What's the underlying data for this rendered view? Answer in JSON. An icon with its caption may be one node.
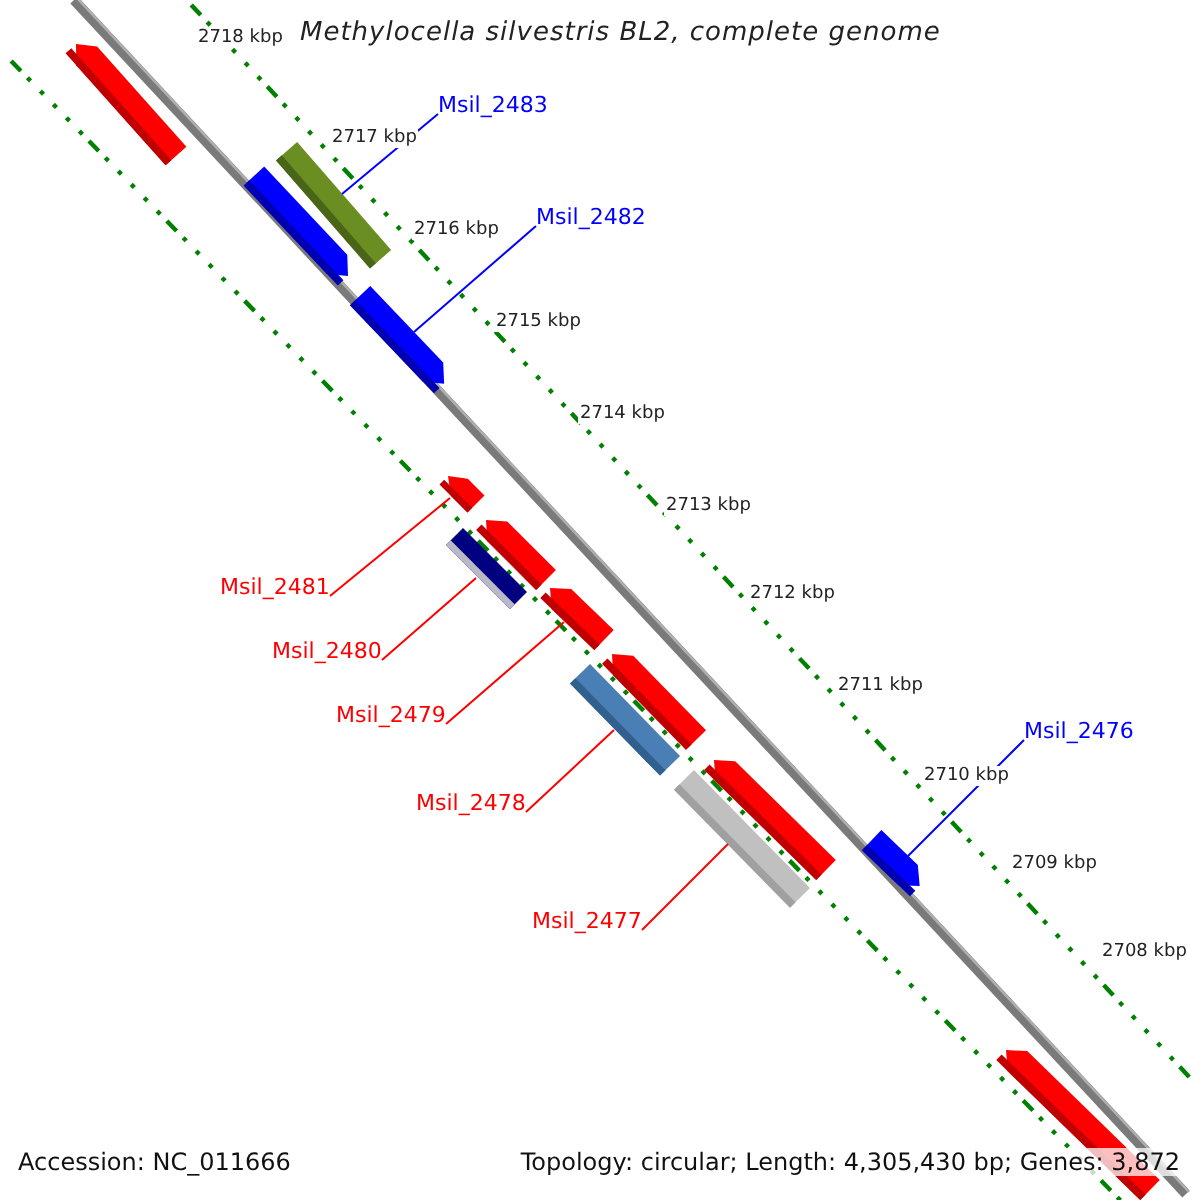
{
  "diagram": {
    "title": "Methylocella silvestris BL2, complete genome",
    "nodes": [
      {
        "text": [
          "Msil_2483"
        ]
      },
      {
        "text": [],
        "shape": "bar"
      },
      {
        "text": [
          "Msil_2482"
        ]
      },
      {
        "text": [],
        "shape": "arrow"
      },
      {
        "text": [
          "Msil_2481"
        ]
      },
      {
        "text": [],
        "shape": "arrow"
      },
      {
        "text": [
          "Msil_2480"
        ]
      },
      {
        "text": [],
        "shape": "bar"
      },
      {
        "text": [
          "Msil_2479"
        ]
      },
      {
        "text": [],
        "shape": "arrow"
      },
      {
        "text": [
          "Msil_2478"
        ]
      },
      {
        "text": [],
        "shape": "bar"
      },
      {
        "text": [
          "Msil_2477"
        ]
      },
      {
        "text": [],
        "shape": "bar"
      },
      {
        "text": [
          "Msil_2476"
        ]
      },
      {
        "text": [],
        "shape": "arrow"
      }
    ],
    "edges": [
      {
        "from": 0,
        "to": 1,
        "arrow": "none",
        "color": "#0000ff"
      },
      {
        "from": 2,
        "to": 3,
        "arrow": "none",
        "color": "#0000ff"
      },
      {
        "from": 4,
        "to": 5,
        "arrow": "none"
      },
      {
        "from": 6,
        "to": 7,
        "arrow": "none"
      },
      {
        "from": 8,
        "to": 9,
        "arrow": "none"
      },
      {
        "from": 10,
        "to": 11,
        "arrow": "none"
      },
      {
        "from": 12,
        "to": 13,
        "arrow": "none"
      },
      {
        "from": 14,
        "to": 15,
        "arrow": "none",
        "color": "#0000ff"
      }
    ],
    "labels": [
      "2718 kbp",
      "2717 kbp",
      "2716 kbp",
      "2715 kbp",
      "2714 kbp",
      "2713 kbp",
      "2712 kbp",
      "2711 kbp",
      "2710 kbp",
      "2709 kbp",
      "2708 kbp",
      "Accession: NC_011666",
      "Topology: circular; Length: 4,305,430 bp; Genes: 3,872"
    ]
  }
}
